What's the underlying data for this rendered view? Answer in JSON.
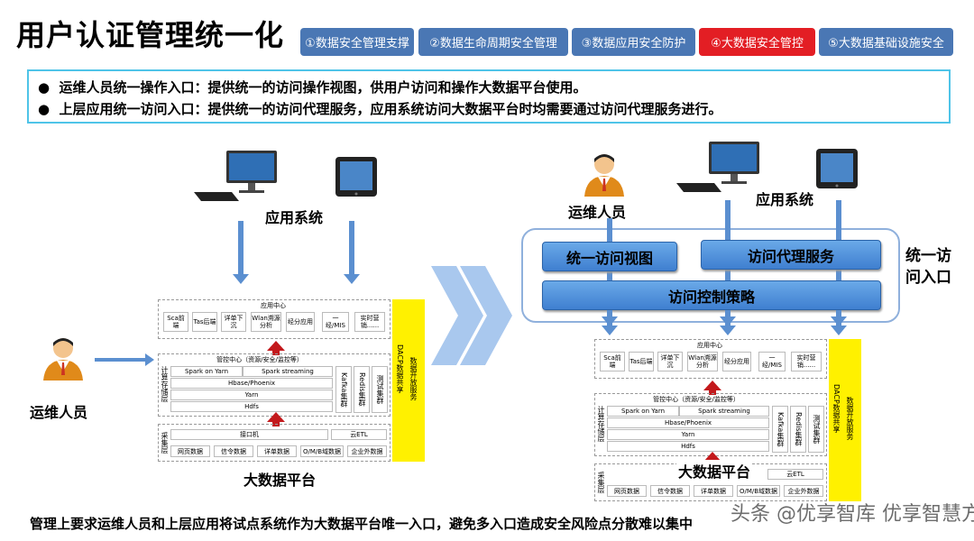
{
  "title": "用户认证管理统一化",
  "tabs": [
    "①数据安全管理支撑",
    "②数据生命周期安全管理",
    "③数据应用安全防护",
    "④大数据安全管控",
    "⑤大数据基础设施安全"
  ],
  "bullets": [
    "运维人员统一操作入口：提供统一的访问操作视图，供用户访问和操作大数据平台使用。",
    "上层应用统一访问入口：提供统一的访问代理服务，应用系统访问大数据平台时均需要通过访问代理服务进行。"
  ],
  "left": {
    "app_system": "应用系统",
    "ops": "运维人员",
    "platform": "大数据平台"
  },
  "right": {
    "app_system": "应用系统",
    "ops": "运维人员",
    "platform": "大数据平台",
    "view": "统一访问视图",
    "proxy": "访问代理服务",
    "policy": "访问控制策略",
    "entry": "统一访问入口"
  },
  "platform_diagram": {
    "app_center": "应用中心",
    "apps": [
      "Sca前端",
      "Tas后端",
      "详单下沉",
      "Wlan溯源分析",
      "经分应用",
      "一经/MIS",
      "实时营销......"
    ],
    "control_center": "管控中心（资源/安全/监控等）",
    "compute_label": "计算存储层",
    "spark_on_yarn": "Spark on Yarn",
    "spark_streaming": "Spark streaming",
    "hbase": "Hbase/Phoenix",
    "yarn": "Yarn",
    "hdfs": "Hdfs",
    "kafka": "Kafka集群",
    "redis": "Redis集群",
    "test": "测试集群",
    "collect_label": "采集层",
    "interface": "接口机",
    "etl": "云ETL",
    "sources": [
      "网页数据",
      "信令数据",
      "详单数据",
      "O/M/B域数据",
      "企业外数据"
    ],
    "dacp": "DACP数据共享",
    "open": "数据开放服务"
  },
  "footer": "管理上要求运维人员和上层应用将试点系统作为大数据平台唯一入口，避免多入口造成安全风险点分散难以集中",
  "watermark": "头条 @优享智库 优享智慧方案",
  "colors": {
    "tab": "#4a77b4",
    "tab_active": "#e31e24",
    "border": "#4fc4e8",
    "arrow": "#5b8fd0",
    "yellow": "#fff100"
  }
}
